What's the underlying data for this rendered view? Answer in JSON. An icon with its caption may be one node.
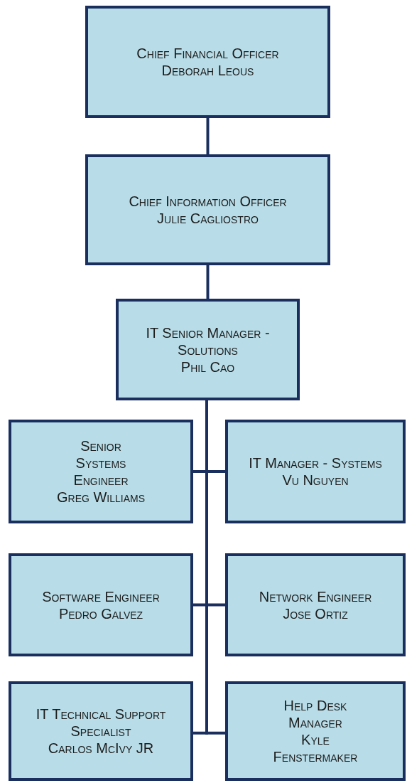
{
  "diagram": {
    "nodes": [
      {
        "text": [
          "Chief Financial Officer",
          "Deborah Leous"
        ]
      },
      {
        "text": [
          "Chief Information Officer",
          "Julie Cagliostro"
        ]
      },
      {
        "text": [
          "IT Senior Manager - Solutions",
          "Phil Cao"
        ]
      },
      {
        "text": [
          "Senior Systems Engineer",
          "Greg Williams"
        ]
      },
      {
        "text": [
          "IT Manager - Systems",
          "Vu Nguyen"
        ]
      },
      {
        "text": [
          "Software Engineer",
          "Pedro Galvez"
        ]
      },
      {
        "text": [
          "Network Engineer",
          "Jose Ortiz"
        ]
      },
      {
        "text": [
          "IT Technical Support Specialist",
          "Carlos McIvy JR"
        ]
      },
      {
        "text": [
          "Help Desk Manager",
          "Kyle Fenstermaker"
        ]
      }
    ],
    "edges": [
      {
        "from": 0,
        "to": 1,
        "arrow": "none"
      },
      {
        "from": 1,
        "to": 2,
        "arrow": "none"
      },
      {
        "from": 2,
        "to": 3,
        "arrow": "none"
      },
      {
        "from": 2,
        "to": 4,
        "arrow": "none"
      },
      {
        "from": 2,
        "to": 5,
        "arrow": "none"
      },
      {
        "from": 2,
        "to": 6,
        "arrow": "none"
      },
      {
        "from": 2,
        "to": 7,
        "arrow": "none"
      },
      {
        "from": 2,
        "to": 8,
        "arrow": "none"
      }
    ]
  }
}
